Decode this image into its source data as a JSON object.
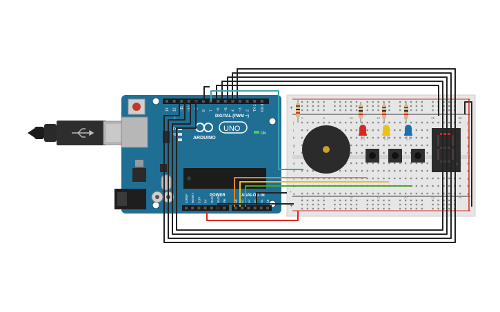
{
  "arduino": {
    "brand": "ARDUINO",
    "model": "UNO",
    "digital_header_label": "DIGITAL (PWM ~)",
    "power_header_label": "POWER",
    "analog_header_label": "ANALOG IN",
    "on_label": "ON",
    "tx_label": "TX",
    "rx_label": "RX",
    "l_label": "L",
    "digital_pins": [
      "13",
      "12",
      "~11",
      "~10",
      "~9",
      "8",
      "7",
      "~6",
      "~5",
      "4",
      "~3",
      "2",
      "TX 1",
      "RX 0"
    ],
    "power_pins": [
      "IOREF",
      "RESET",
      "3.3V",
      "5V",
      "GND",
      "GND",
      "Vin"
    ],
    "analog_pins": [
      "A0",
      "A1",
      "A2",
      "A3",
      "A4",
      "A5"
    ]
  },
  "breadboard": {
    "row_letters_top": [
      "j",
      "i",
      "h",
      "g",
      "f"
    ],
    "row_letters_bottom": [
      "e",
      "d",
      "c",
      "b",
      "a"
    ],
    "column_numbers": [
      "1",
      "5",
      "10",
      "15",
      "20",
      "25",
      "30"
    ],
    "rail_plus": "+",
    "rail_minus": "-"
  },
  "components": {
    "leds": [
      {
        "name": "red-led",
        "color": "#d42a1e"
      },
      {
        "name": "yellow-led",
        "color": "#e8c21a"
      },
      {
        "name": "blue-led",
        "color": "#1c6fb0"
      }
    ],
    "display_segment_color": "#e21b2a",
    "buzzer_color": "#2b2b2b"
  },
  "colors": {
    "arduino_board": "#1f6f95",
    "breadboard": "#e6e6e6",
    "wire_black": "#222222",
    "wire_red": "#d8281c",
    "wire_orange": "#e8851a",
    "wire_yellow": "#e4c41e",
    "wire_green": "#4aa52a",
    "wire_teal": "#3aa5b3"
  }
}
